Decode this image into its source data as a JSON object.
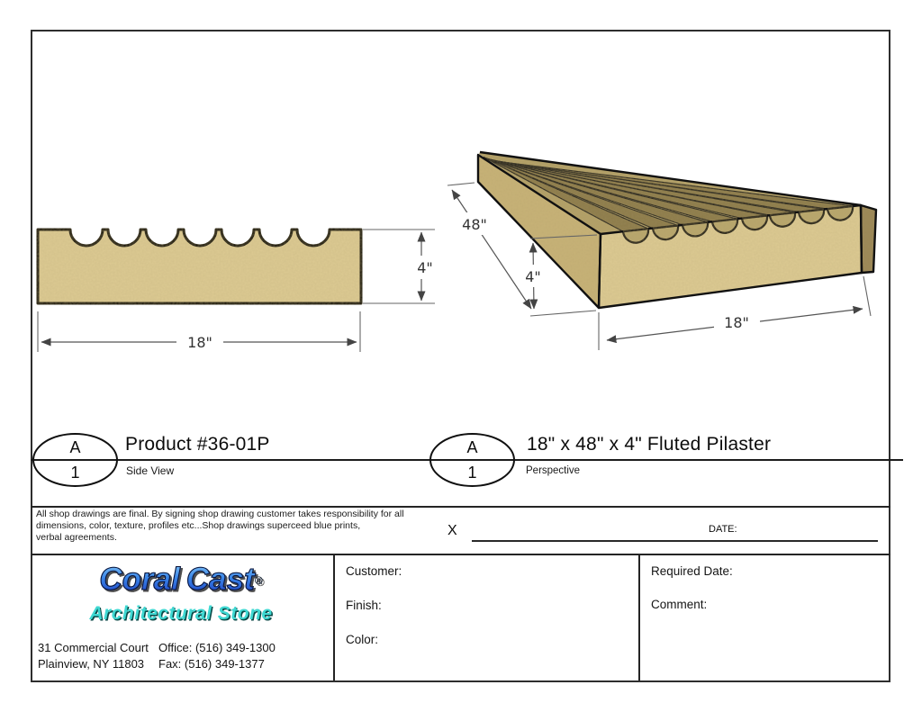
{
  "titles": {
    "left": {
      "letter": "A",
      "number": "1",
      "title": "Product #36-01P",
      "subtitle": "Side View"
    },
    "right": {
      "letter": "A",
      "number": "1",
      "title": "18\" x 48\" x 4\" Fluted Pilaster",
      "subtitle": "Perspective"
    }
  },
  "dimensions": {
    "side_height": "4\"",
    "side_width": "18\"",
    "persp_length": "48\"",
    "persp_height": "4\"",
    "persp_width": "18\""
  },
  "disclaimer": {
    "line1": "All shop drawings are final. By signing shop drawing customer takes responsibility for all",
    "line2": "dimensions, color, texture, profiles etc...Shop drawings superceed blue prints,",
    "line3": "verbal agreements."
  },
  "signature": {
    "x": "X",
    "date": "DATE:"
  },
  "company": {
    "name_first": "Coral",
    "name_second": "Cast",
    "registered": "®",
    "tagline": "Architectural Stone",
    "address1": "31 Commercial Court",
    "address2": "Plainview, NY 11803",
    "office": "Office: (516) 349-1300",
    "fax": "Fax: (516) 349-1377"
  },
  "fields": {
    "customer": "Customer:",
    "finish": "Finish:",
    "color": "Color:",
    "required_date": "Required Date:",
    "comment": "Comment:"
  },
  "colors": {
    "stone_light": "#ddca93",
    "stone_side": "#c8b277",
    "stone_top": "#b3a167",
    "stone_groove": "#8d7b4b",
    "stone_notch": "#b9a76d",
    "stone_sliver": "#9b8756",
    "outline": "#111111",
    "dim_line": "#555555",
    "dim_text": "#333333",
    "logo_blue_light": "#6db9f2",
    "logo_blue_dark": "#1b32c8",
    "logo_teal": "#3fd8d2"
  }
}
